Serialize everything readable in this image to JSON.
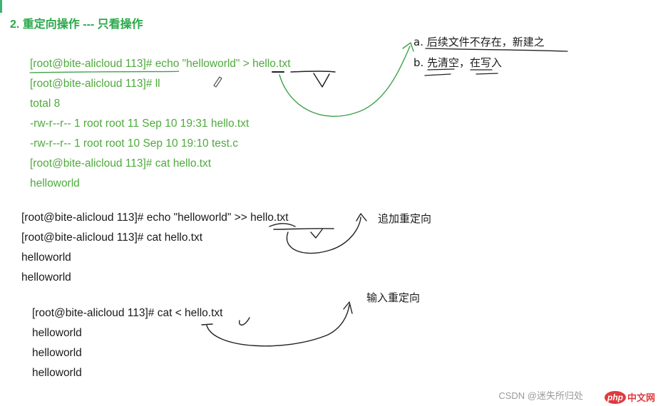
{
  "heading": "2. 重定向操作 --- 只看操作",
  "block1": [
    "[root@bite-alicloud 113]# echo \"helloworld\" > hello.txt",
    "[root@bite-alicloud 113]# ll",
    "total 8",
    "-rw-r--r-- 1 root root 11 Sep 10 19:31 hello.txt",
    "-rw-r--r-- 1 root root 10 Sep 10 19:10 test.c",
    "[root@bite-alicloud 113]# cat hello.txt",
    "helloworld"
  ],
  "block2": [
    "[root@bite-alicloud 113]# echo \"helloworld\" >> hello.txt",
    "[root@bite-alicloud 113]# cat hello.txt",
    "helloworld",
    "helloworld"
  ],
  "block3": [
    "[root@bite-alicloud 113]# cat < hello.txt",
    "helloworld",
    "helloworld",
    "helloworld"
  ],
  "notes": {
    "a": "a. 后续文件不存在，新建之",
    "b": "b. 先清空，在写入",
    "append": "追加重定向",
    "input": "输入重定向"
  },
  "watermark": {
    "csdn": "CSDN @迷失所归处",
    "php_mark": "php",
    "php_cn": "中文网"
  },
  "colors": {
    "terminal_green": "#4eaa3c",
    "heading_green": "#2aa84a",
    "text_dark": "#1a1a1a",
    "annotation_green": "#3fa14a"
  }
}
